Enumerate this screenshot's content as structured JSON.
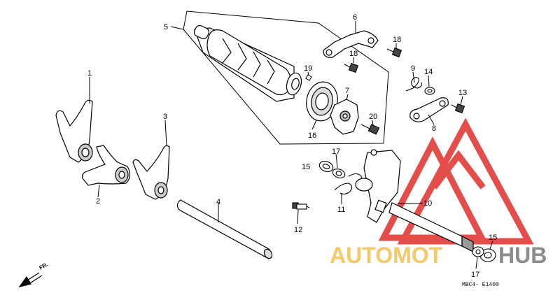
{
  "diagram": {
    "code": "MBC4- E1400",
    "direction_label": "FR.",
    "callouts": [
      "1",
      "2",
      "3",
      "4",
      "5",
      "6",
      "7",
      "8",
      "9",
      "10",
      "11",
      "12",
      "13",
      "14",
      "15",
      "16",
      "17",
      "18",
      "19",
      "20"
    ],
    "callouts_repeat": {
      "c15b": "15",
      "c17b": "17",
      "c18b": "18"
    }
  },
  "watermark": {
    "auto": "AUTOMOT",
    "hub": "HUB",
    "colors": {
      "triangle": "#e23a36",
      "auto": "#f3c96a",
      "hub": "#8c8c8c"
    }
  }
}
